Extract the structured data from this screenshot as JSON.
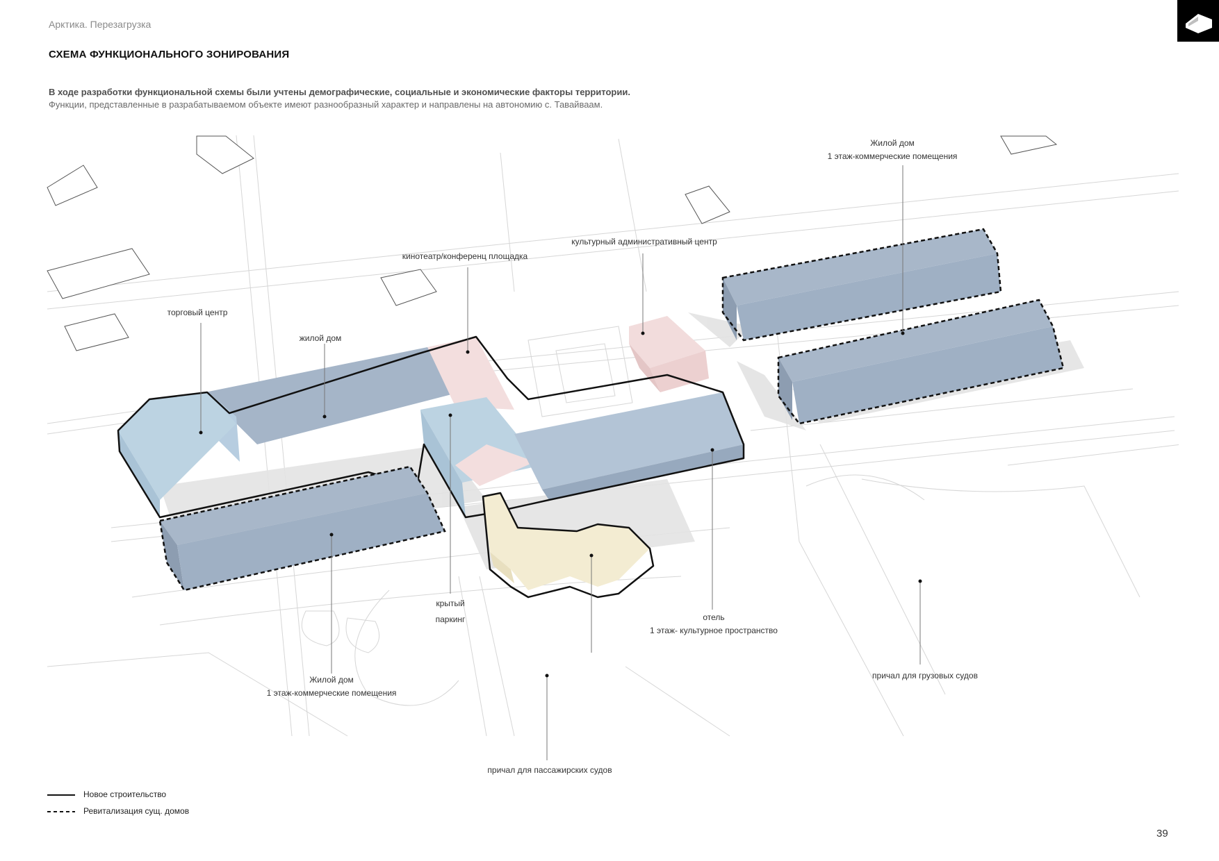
{
  "header": {
    "project": "Арктика. Перезагрузка",
    "title": "СХЕМА ФУНКЦИОНАЛЬНОГО ЗОНИРОВАНИЯ",
    "intro_bold": "В ходе разработки функциональной схемы были учтены демографические, социальные и экономические факторы территории.",
    "intro_text": "Функции, представленные в разрабатываемом объекте имеют разнообразный характер и направлены на автономию с. Тавайваам."
  },
  "labels": {
    "residential_top_right_1": "Жилой дом",
    "residential_top_right_2": "1 этаж-коммерческие помещения",
    "cultural_admin": "культурный административный центр",
    "cinema": "кинотеатр/конференц площадка",
    "shopping": "торговый центр",
    "residential_main": "жилой дом",
    "parking_1": "крытый",
    "parking_2": "паркинг",
    "hotel_1": "отель",
    "hotel_2": "1 этаж- культурное пространство",
    "residential_bottom_1": "Жилой дом",
    "residential_bottom_2": "1 этаж-коммерческие помещения",
    "cargo_pier": "причал для грузовых судов",
    "passenger_pier": "причал для пассажирских судов"
  },
  "legend": {
    "new_construction": "Новое строительство",
    "revitalization": "Ревитализация сущ. домов"
  },
  "colors": {
    "blue_building": "#9eaec2",
    "light_blue_building": "#b9cfdd",
    "pink_building": "#f2dcdc",
    "cream_building": "#f3ecd2"
  },
  "page_number": "39"
}
